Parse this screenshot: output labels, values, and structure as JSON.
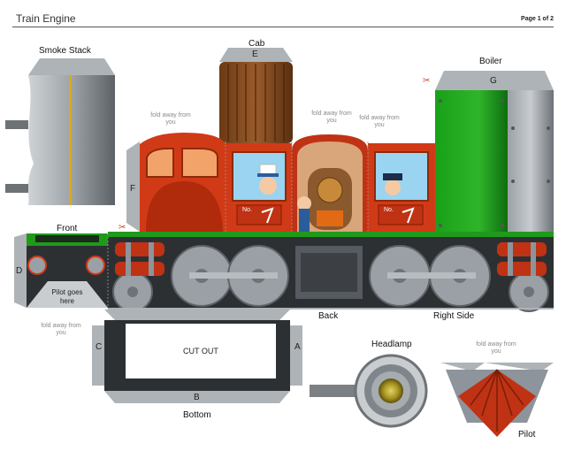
{
  "header": {
    "title": "Train Engine",
    "page": "Page 1 of 2"
  },
  "labels": {
    "smoke_stack": "Smoke Stack",
    "cab": "Cab",
    "boiler": "Boiler",
    "front": "Front",
    "back": "Back",
    "right_side": "Right Side",
    "bottom": "Bottom",
    "headlamp": "Headlamp",
    "pilot": "Pilot",
    "cut_out": "CUT OUT",
    "pilot_goes_here": "Pilot goes here",
    "number_plate": "No."
  },
  "letters": {
    "a": "A",
    "b": "B",
    "c": "C",
    "d": "D",
    "e": "E",
    "f": "F",
    "g": "G"
  },
  "fold_notes": {
    "cab_left": "fold away from you",
    "cab_right": "fold away from you",
    "boiler_left": "fold away from you",
    "bottom_left": "fold away from you",
    "pilot_top": "fold away from you"
  },
  "colors": {
    "red": "#d13a16",
    "green": "#1f9a1a",
    "steel": "#8d949b",
    "dark": "#2d3032",
    "wood": "#7a4620"
  },
  "icons": [
    "scissors-icon"
  ]
}
